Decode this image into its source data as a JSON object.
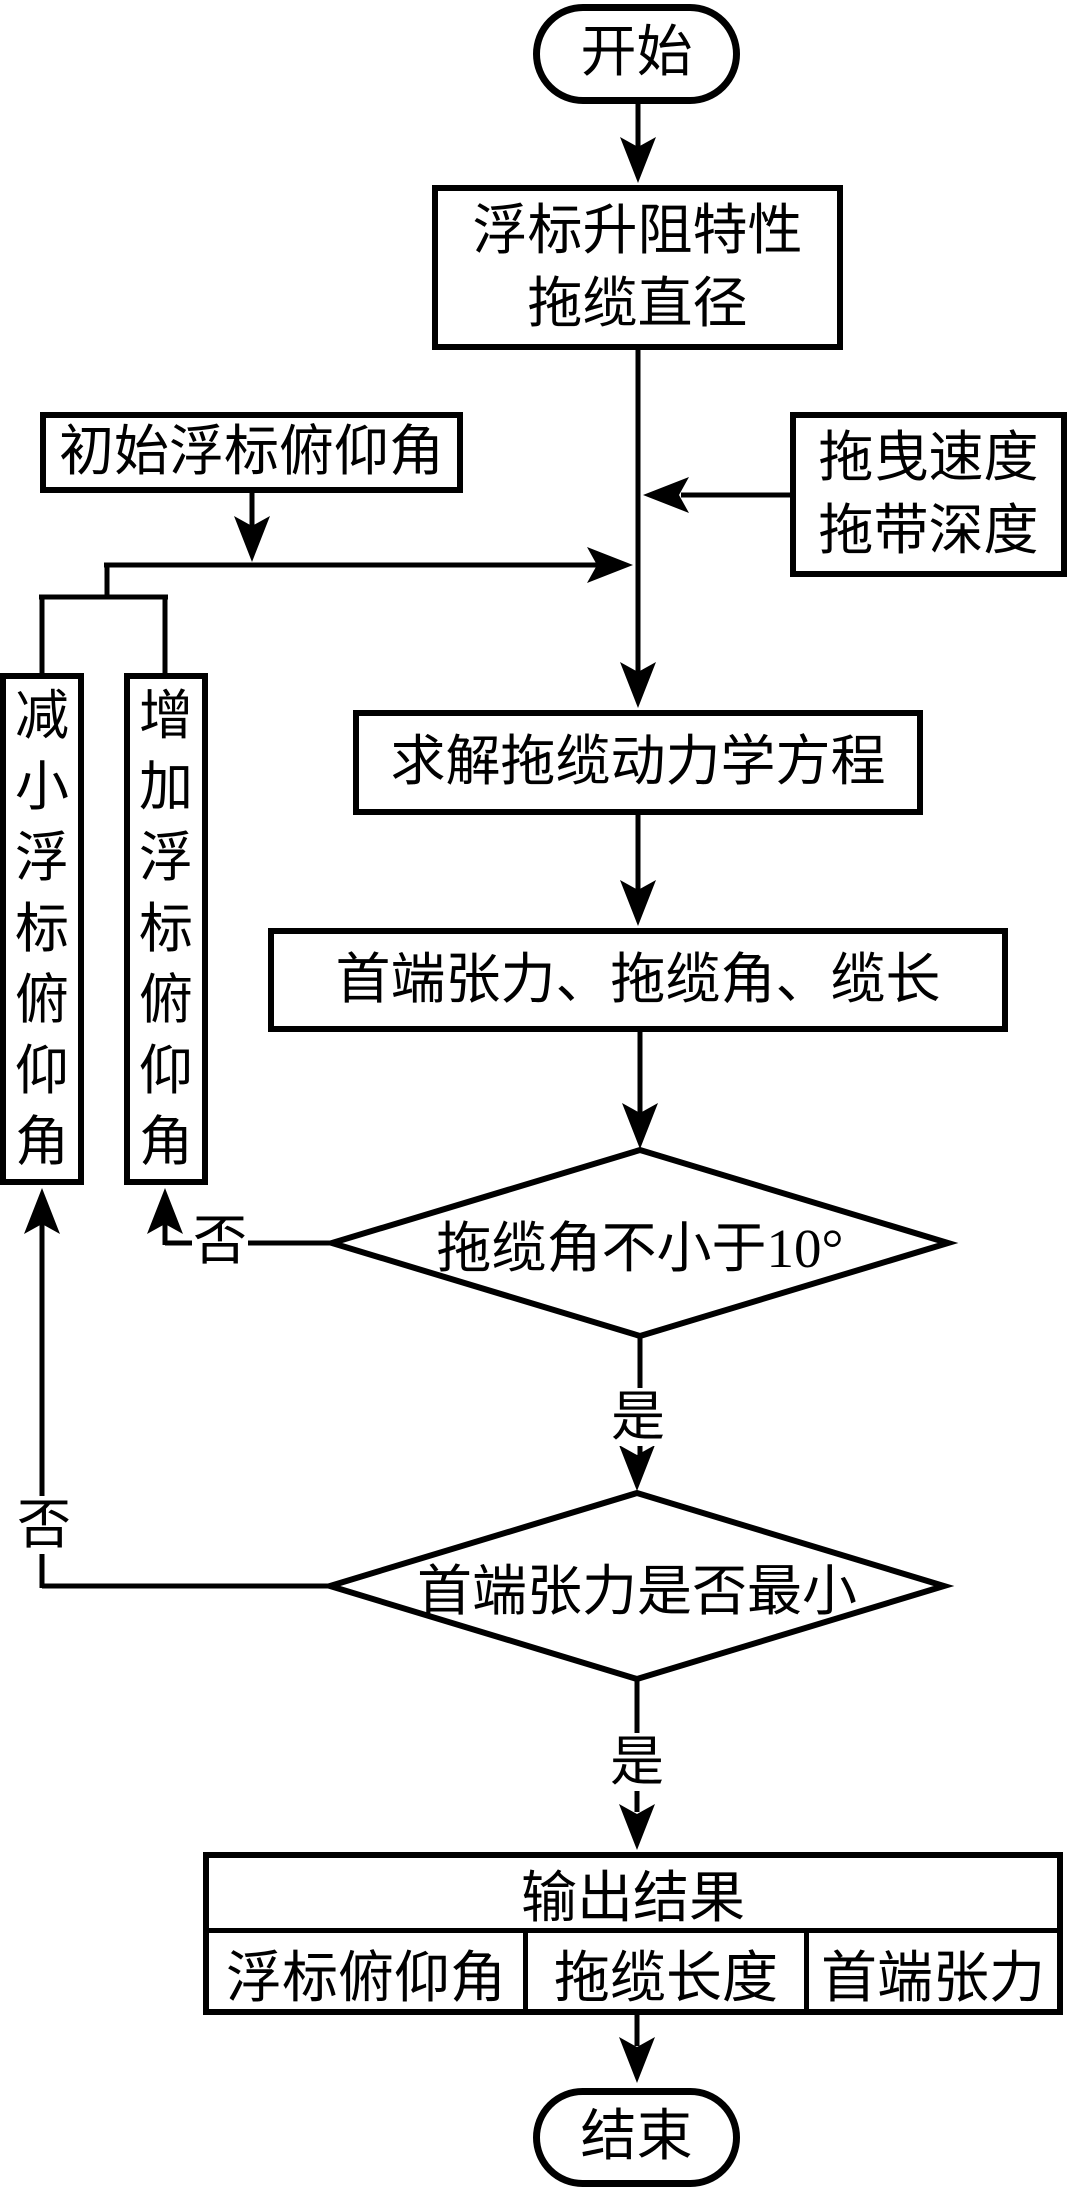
{
  "figure": {
    "type": "flowchart",
    "language": "zh-CN",
    "colors": {
      "line": "#000000",
      "background": "#ffffff",
      "text": "#000000"
    }
  },
  "nodes": {
    "start": {
      "label": "开始"
    },
    "buoy_input": {
      "line1": "浮标升阻特性",
      "line2": "拖缆直径"
    },
    "initial_pitch": {
      "label": "初始浮标俯仰角"
    },
    "tow_input": {
      "line1": "拖曳速度",
      "line2": "拖带深度"
    },
    "solve": {
      "label": "求解拖缆动力学方程"
    },
    "mid_results": {
      "label": "首端张力、拖缆角、缆长"
    },
    "decrease_pitch": {
      "label": "减小浮标俯仰角"
    },
    "increase_pitch": {
      "label": "增加浮标俯仰角"
    },
    "decision_angle": {
      "label": "拖缆角不小于10°"
    },
    "decision_tension": {
      "label": "首端张力是否最小"
    },
    "output_table": {
      "header": "输出结果",
      "cells": [
        "浮标俯仰角",
        "拖缆长度",
        "首端张力"
      ]
    },
    "end": {
      "label": "结束"
    }
  },
  "edge_labels": {
    "angle_no": "否",
    "angle_yes": "是",
    "tension_no": "否",
    "tension_yes": "是"
  }
}
